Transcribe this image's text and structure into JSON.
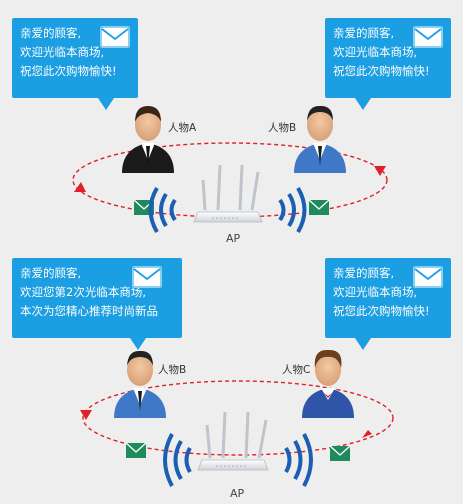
{
  "panels": [
    {
      "bubble_left": {
        "lines": [
          "亲爱的顾客,",
          "欢迎光临本商场,",
          "祝您此次购物愉快!"
        ],
        "icon": "envelope-icon"
      },
      "bubble_right": {
        "lines": [
          "亲爱的顾客,",
          "欢迎光临本商场,",
          "祝您此次购物愉快!"
        ],
        "icon": "envelope-icon"
      },
      "person_left_label": "人物A",
      "person_right_label": "人物B",
      "ap_label": "AP"
    },
    {
      "bubble_left": {
        "lines": [
          "亲爱的顾客,",
          "欢迎您第2次光临本商场,",
          "本次为您精心推荐时尚新品"
        ],
        "icon": "envelope-icon"
      },
      "bubble_right": {
        "lines": [
          "亲爱的顾客,",
          "欢迎光临本商场,",
          "祝您此次购物愉快!"
        ],
        "icon": "envelope-icon"
      },
      "person_left_label": "人物B",
      "person_right_label": "人物C",
      "ap_label": "AP"
    }
  ],
  "colors": {
    "bubble": "#1c9ee2",
    "orbit": "#e0202a",
    "wifi": "#1a5fb4",
    "mail_badge": "#1f8a5b",
    "suit_black": "#1b1b1b",
    "suit_blue": "#3f78c7",
    "suit_navy": "#2f55a8"
  }
}
